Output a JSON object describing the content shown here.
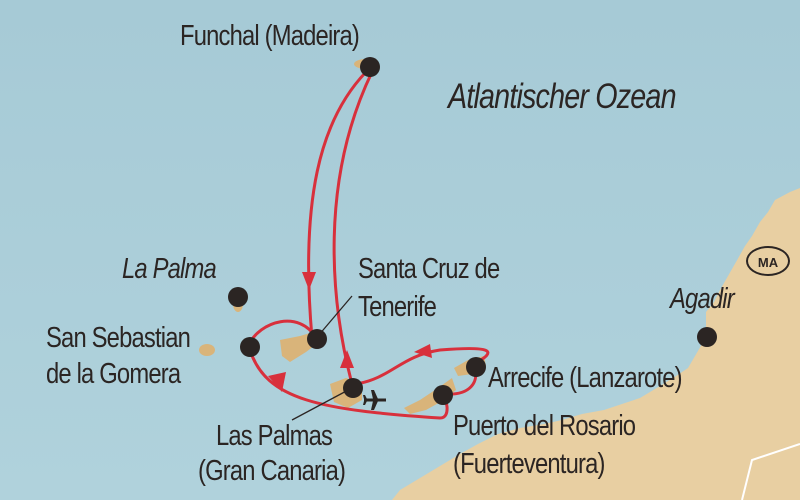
{
  "map": {
    "ocean_label": "Atlantischer Ozean",
    "country_badge": "MA",
    "colors": {
      "sea": "#a9ccd8",
      "land": "#e8cfa2",
      "island": "#d9b47a",
      "route": "#d8303c",
      "marker": "#2b2523",
      "text": "#2b2523"
    },
    "places": [
      {
        "id": "funchal",
        "label": "Funchal (Madeira)",
        "port": true
      },
      {
        "id": "la-palma",
        "label": "La Palma",
        "port": false
      },
      {
        "id": "santa-cruz",
        "label_line1": "Santa Cruz de",
        "label_line2": "Tenerife",
        "port": true
      },
      {
        "id": "san-sebastian",
        "label_line1": "San Sebastian",
        "label_line2": "de la Gomera",
        "port": true
      },
      {
        "id": "las-palmas",
        "label_line1": "Las Palmas",
        "label_line2": "(Gran Canaria)",
        "port": true,
        "airport": true
      },
      {
        "id": "arrecife",
        "label": "Arrecife (Lanzarote)",
        "port": true
      },
      {
        "id": "puerto-del-rosario",
        "label_line1": "Puerto del Rosario",
        "label_line2": "(Fuerteventura)",
        "port": true
      },
      {
        "id": "agadir",
        "label": "Agadir",
        "port": false
      }
    ],
    "route": [
      "Las Palmas",
      "Funchal (Madeira)",
      "Santa Cruz de Tenerife",
      "San Sebastian de la Gomera",
      "Puerto del Rosario",
      "Arrecife (Lanzarote)",
      "Las Palmas"
    ],
    "icons": [
      "airplane-icon"
    ]
  }
}
